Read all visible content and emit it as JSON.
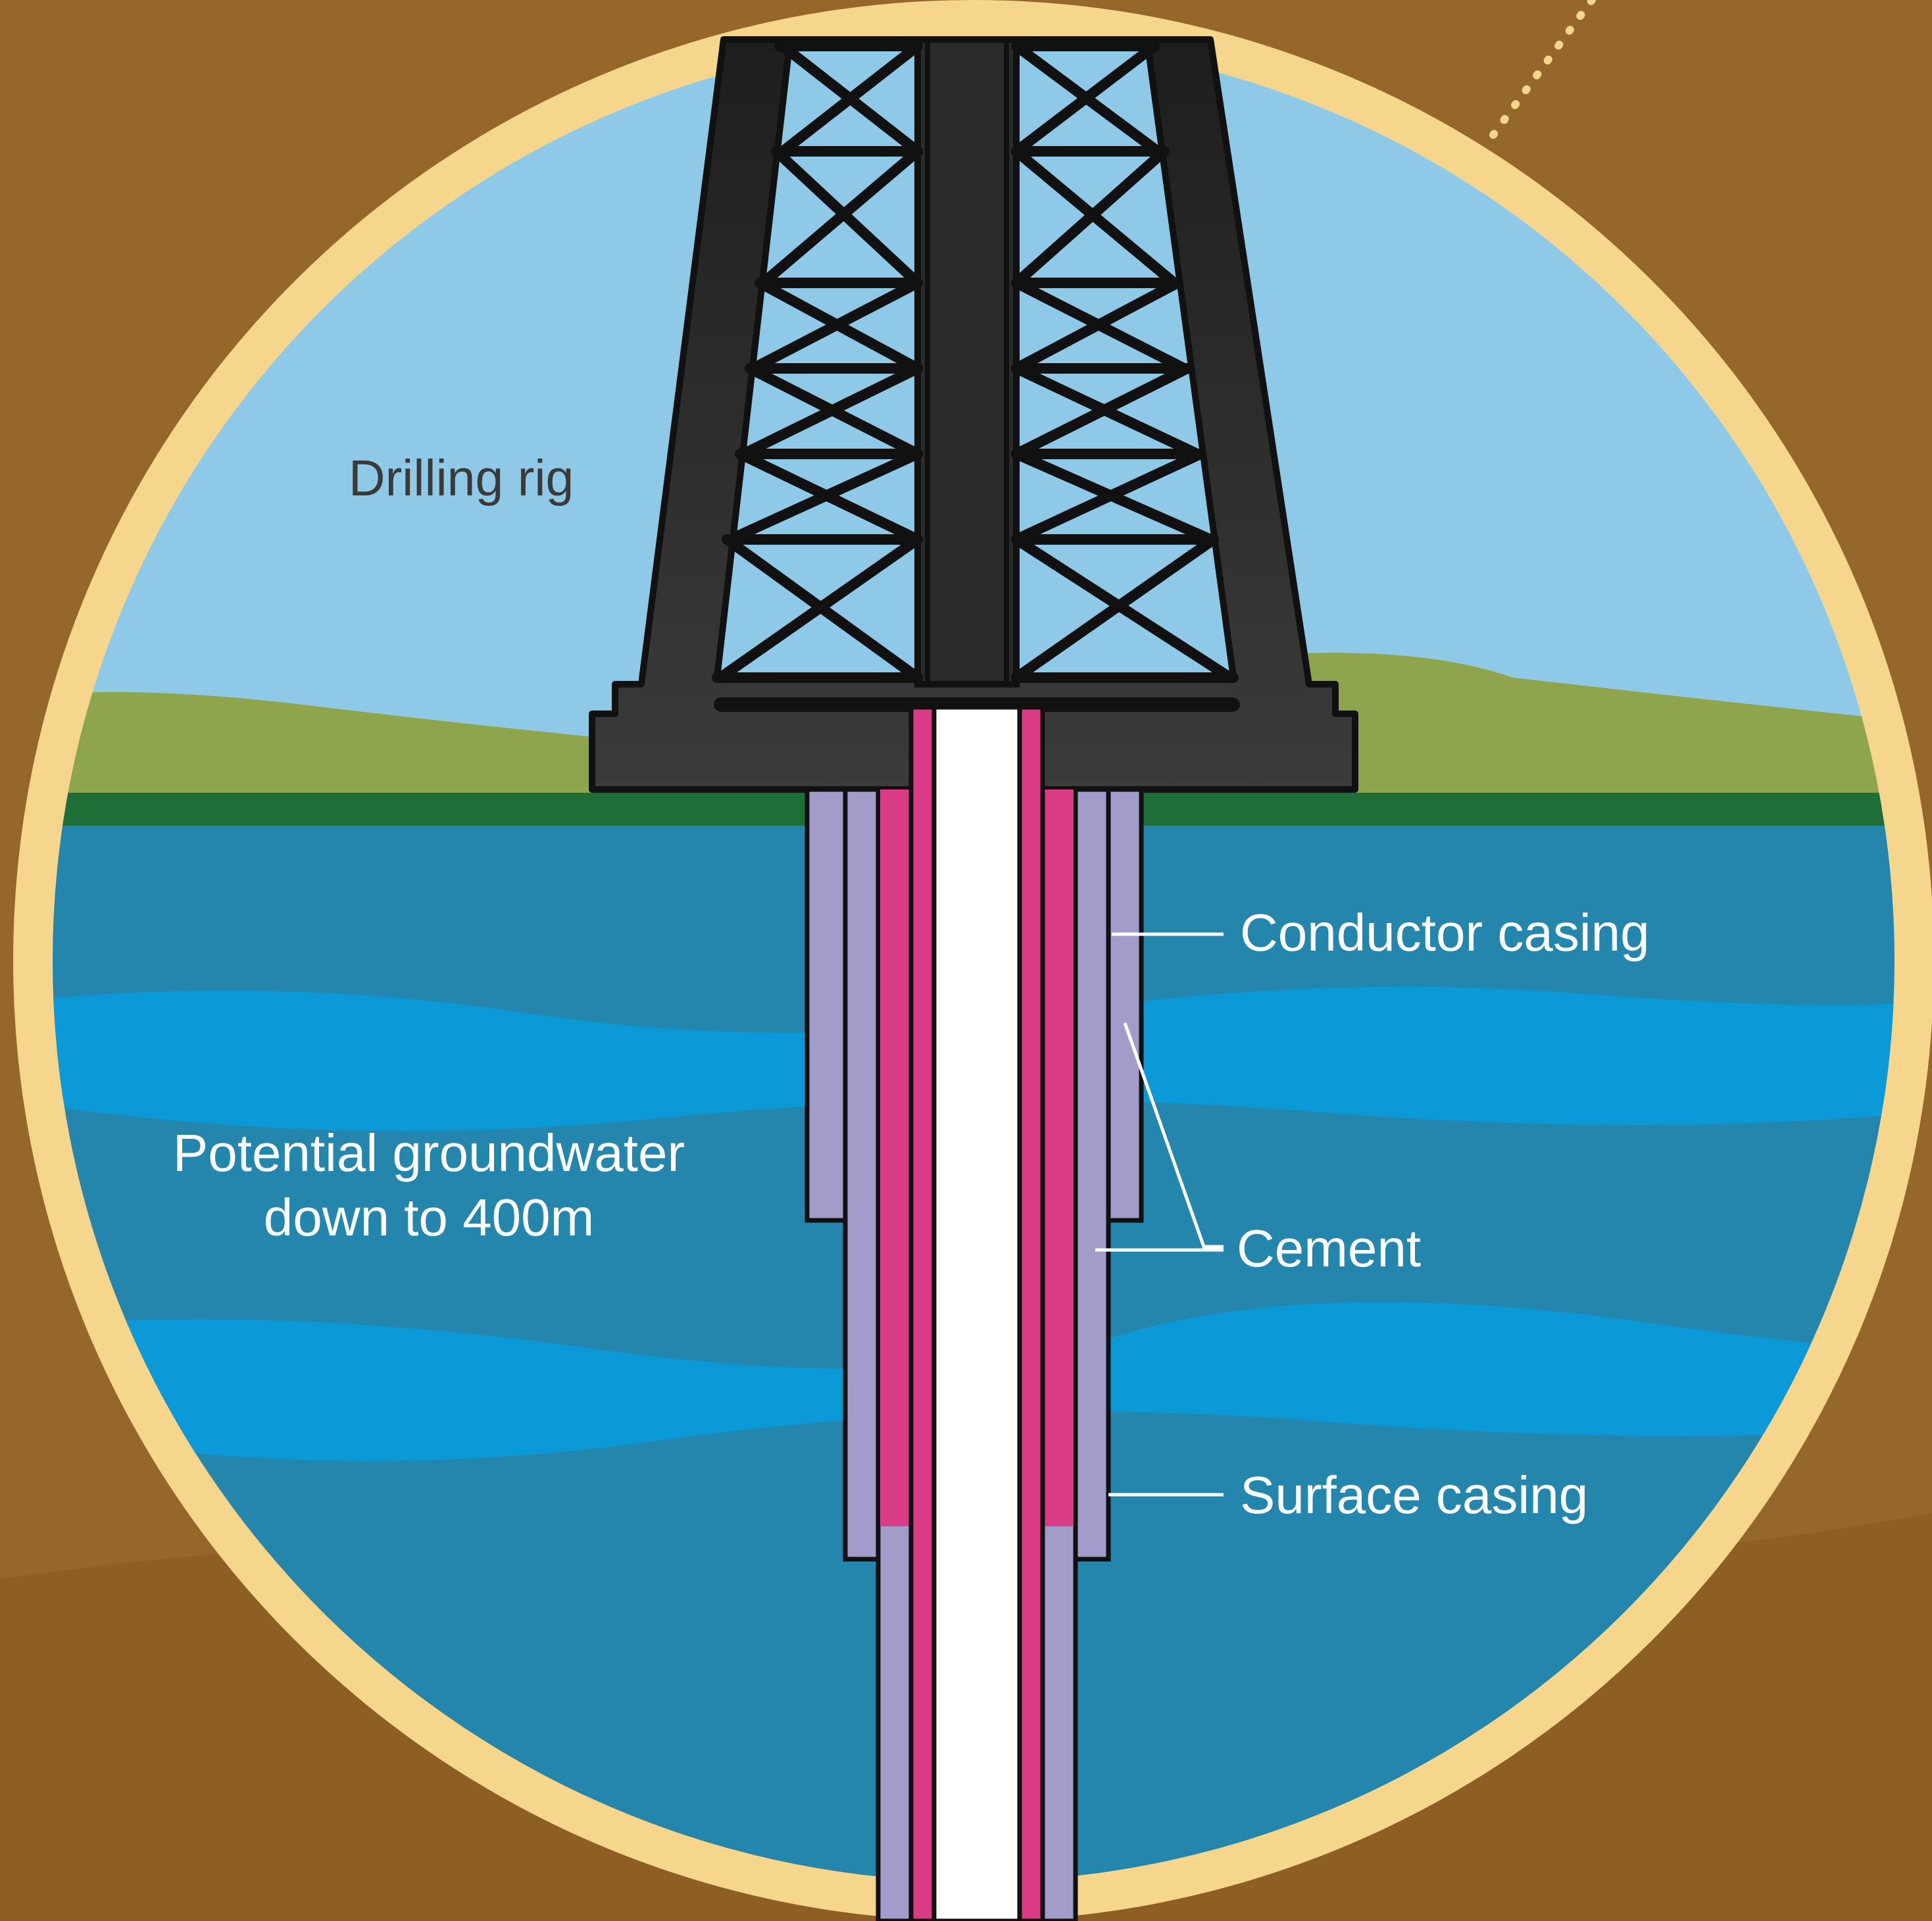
{
  "labels": {
    "drilling_rig": "Drilling rig",
    "groundwater_line1": "Potential groundwater",
    "groundwater_line2": "down to 400m",
    "conductor_casing": "Conductor casing",
    "cement": "Cement",
    "surface_casing": "Surface casing"
  },
  "colors": {
    "background_soil": "#95672a",
    "soil_lower": "#8d5f24",
    "frame_ring": "#f5d68c",
    "sky": "#8ec9e8",
    "grass": "#8ea54d",
    "ground_line": "#1f6d37",
    "groundwater_dark": "#2486ad",
    "groundwater_light": "#0b99d8",
    "rig": "#2a2a2a",
    "casing": "#a19cc9",
    "cement_pink": "#d93b84",
    "wellbore": "#ffffff",
    "outline": "#111111"
  }
}
